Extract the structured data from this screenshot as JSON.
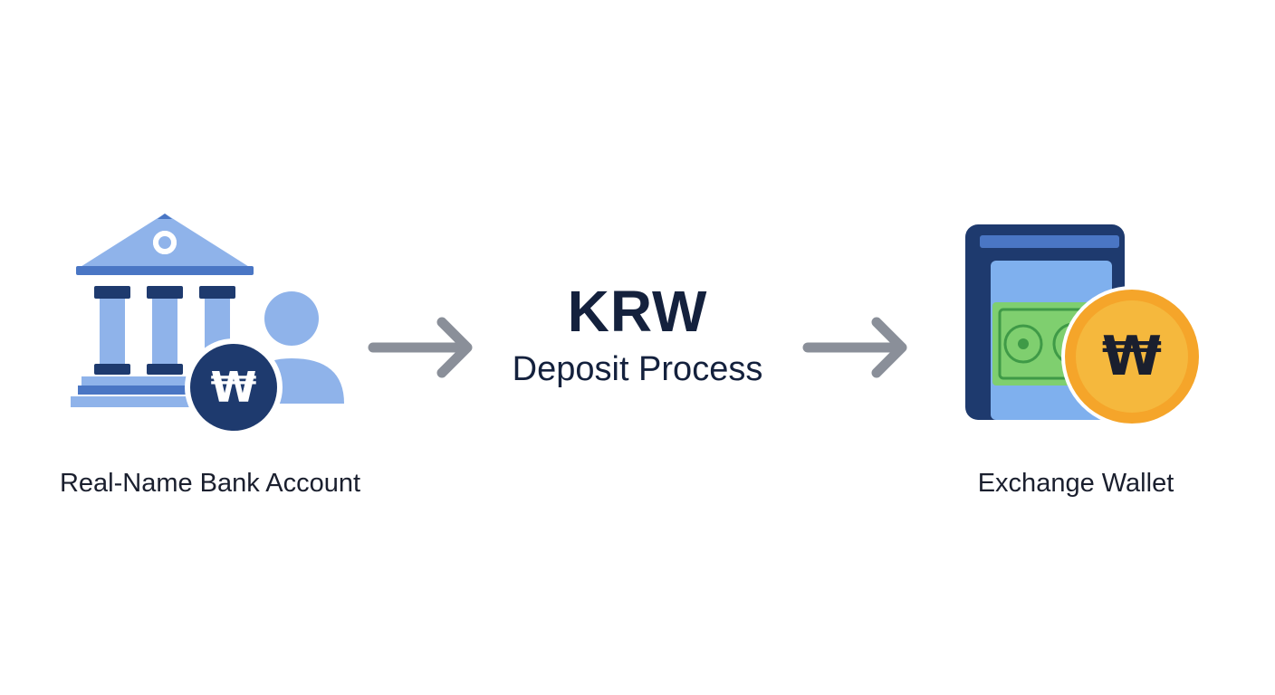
{
  "diagram": {
    "title": "KRW",
    "subtitle": "Deposit Process",
    "source": {
      "label": "Real-Name Bank Account",
      "icon": "bank-with-user-icon",
      "badge_symbol": "₩"
    },
    "destination": {
      "label": "Exchange Wallet",
      "icon": "wallet-with-coin-icon",
      "badge_symbol": "₩"
    },
    "arrows": [
      "arrow-right-icon",
      "arrow-right-icon"
    ]
  },
  "colors": {
    "navy": "#1e3a6e",
    "dark_navy": "#14213d",
    "light_blue": "#8fb3ea",
    "mid_blue": "#4a76c4",
    "arrow_gray": "#8a8f99",
    "cash_green": "#7fcf6f",
    "coin_gold": "#f5b83d",
    "background": "#ffffff"
  }
}
